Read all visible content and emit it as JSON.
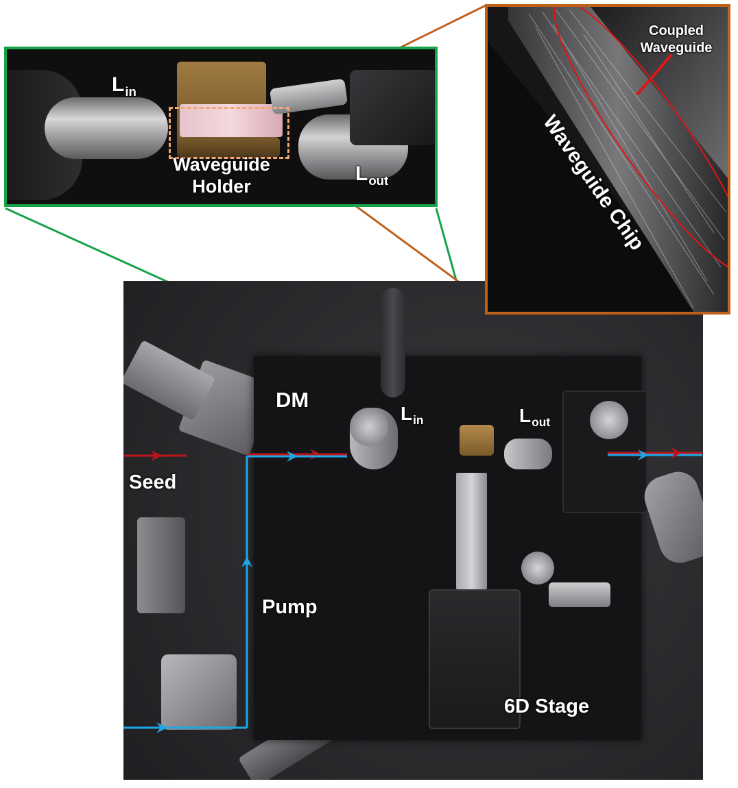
{
  "insets": {
    "holder": {
      "label_lin_main": "L",
      "label_lin_sub": "in",
      "label_lout_main": "L",
      "label_lout_sub": "out",
      "holder_line1": "Waveguide",
      "holder_line2": "Holder"
    },
    "chip": {
      "coupled_line1": "Coupled",
      "coupled_line2": "Waveguide",
      "chip_label": "Waveguide Chip"
    }
  },
  "bench": {
    "dm": "DM",
    "lin_main": "L",
    "lin_sub": "in",
    "lout_main": "L",
    "lout_sub": "out",
    "seed": "Seed",
    "pump": "Pump",
    "stage": "6D Stage"
  },
  "colors": {
    "holder_border": "#17a34a",
    "chip_border": "#c0611b",
    "seed_beam": "#c0141c",
    "pump_beam": "#1ea7e6",
    "coupled_marker": "#e01515",
    "holder_dash": "#f2a774"
  }
}
